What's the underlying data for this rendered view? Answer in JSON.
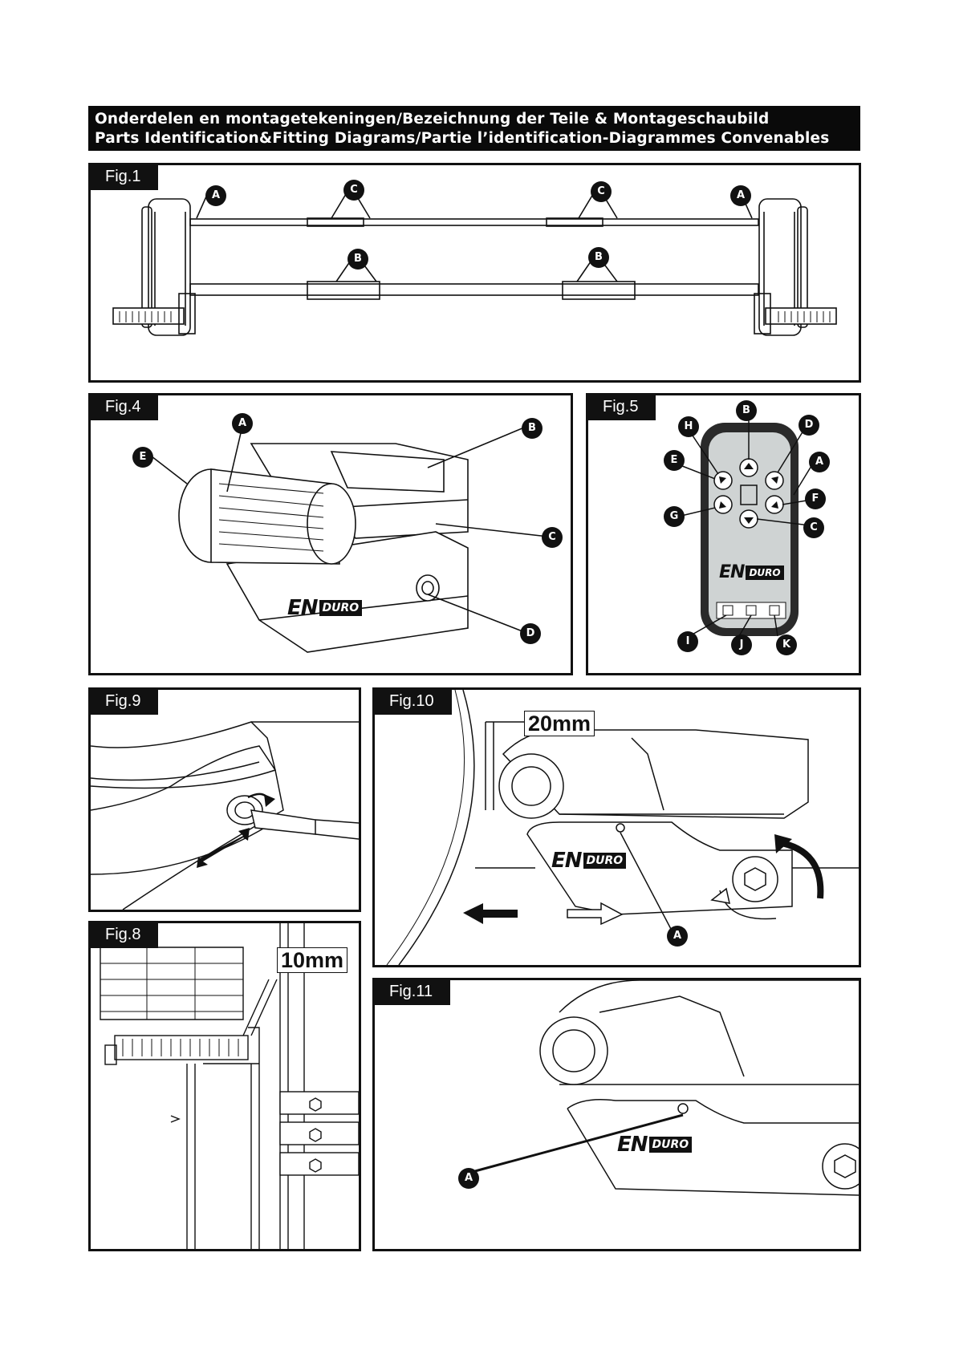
{
  "header": {
    "line1": "Onderdelen en montagetekeningen/Bezeichnung der Teile & Montageschaubild",
    "line2": "Parts Identification&Fitting Diagrams/Partie l’identification-Diagrammes Convenables"
  },
  "brand": {
    "en": "EN",
    "duro": "DURO"
  },
  "figures": {
    "fig1": {
      "label": "Fig.1",
      "callouts": [
        "A",
        "C",
        "C",
        "A",
        "B",
        "B"
      ]
    },
    "fig4": {
      "label": "Fig.4",
      "callouts": [
        "A",
        "B",
        "E",
        "C",
        "D"
      ]
    },
    "fig5": {
      "label": "Fig.5",
      "callouts": [
        "B",
        "H",
        "D",
        "E",
        "A",
        "F",
        "G",
        "C",
        "I",
        "J",
        "K"
      ]
    },
    "fig9": {
      "label": "Fig.9"
    },
    "fig10": {
      "label": "Fig.10",
      "dimension": "20mm",
      "callouts": [
        "A"
      ]
    },
    "fig8": {
      "label": "Fig.8",
      "dimension": "10mm"
    },
    "fig11": {
      "label": "Fig.11",
      "callouts": [
        "A"
      ]
    }
  },
  "colors": {
    "ink": "#111111",
    "remote_body": "#cfd3d3",
    "remote_frame": "#2a2a2a"
  }
}
